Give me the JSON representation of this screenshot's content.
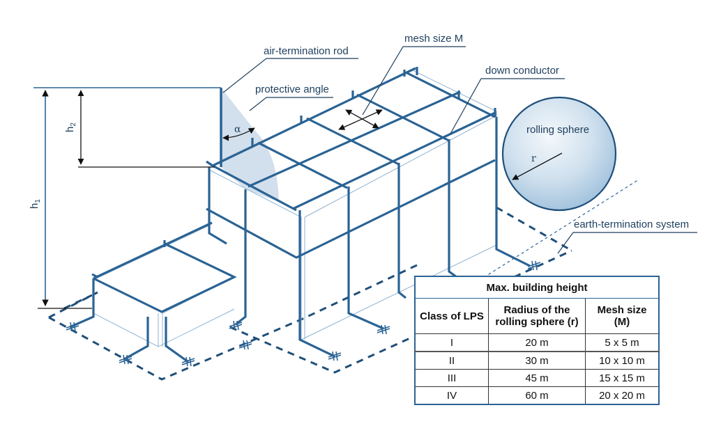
{
  "diagram": {
    "labels": {
      "air_termination_rod": "air-termination rod",
      "protective_angle": "protective angle",
      "mesh_size": "mesh size M",
      "down_conductor": "down conductor",
      "rolling_sphere": "rolling sphere",
      "radius_symbol": "r",
      "earth_termination": "earth-termination system",
      "alpha_symbol": "α",
      "h1": "h",
      "h1_sub": "1",
      "h2": "h",
      "h2_sub": "2"
    },
    "colors": {
      "conductor": "#2a6394",
      "edge": "#8fb2d1",
      "cone_fill": "#cddcea",
      "sphere_fill": "#c9dcec",
      "text": "#1d3f5e"
    }
  },
  "table": {
    "title": "Max. building height",
    "headers": [
      "Class of LPS",
      "Radius of the rolling sphere (r)",
      "Mesh size (M)"
    ],
    "header_lines": [
      [
        "Class of LPS"
      ],
      [
        "Radius of the",
        "rolling sphere (r)"
      ],
      [
        "Mesh size",
        "(M)"
      ]
    ],
    "rows": [
      {
        "class": "I",
        "radius": "20 m",
        "mesh": "5 x 5 m"
      },
      {
        "class": "II",
        "radius": "30 m",
        "mesh": "10 x 10 m"
      },
      {
        "class": "III",
        "radius": "45 m",
        "mesh": "15 x 15 m"
      },
      {
        "class": "IV",
        "radius": "60 m",
        "mesh": "20 x 20 m"
      }
    ]
  }
}
